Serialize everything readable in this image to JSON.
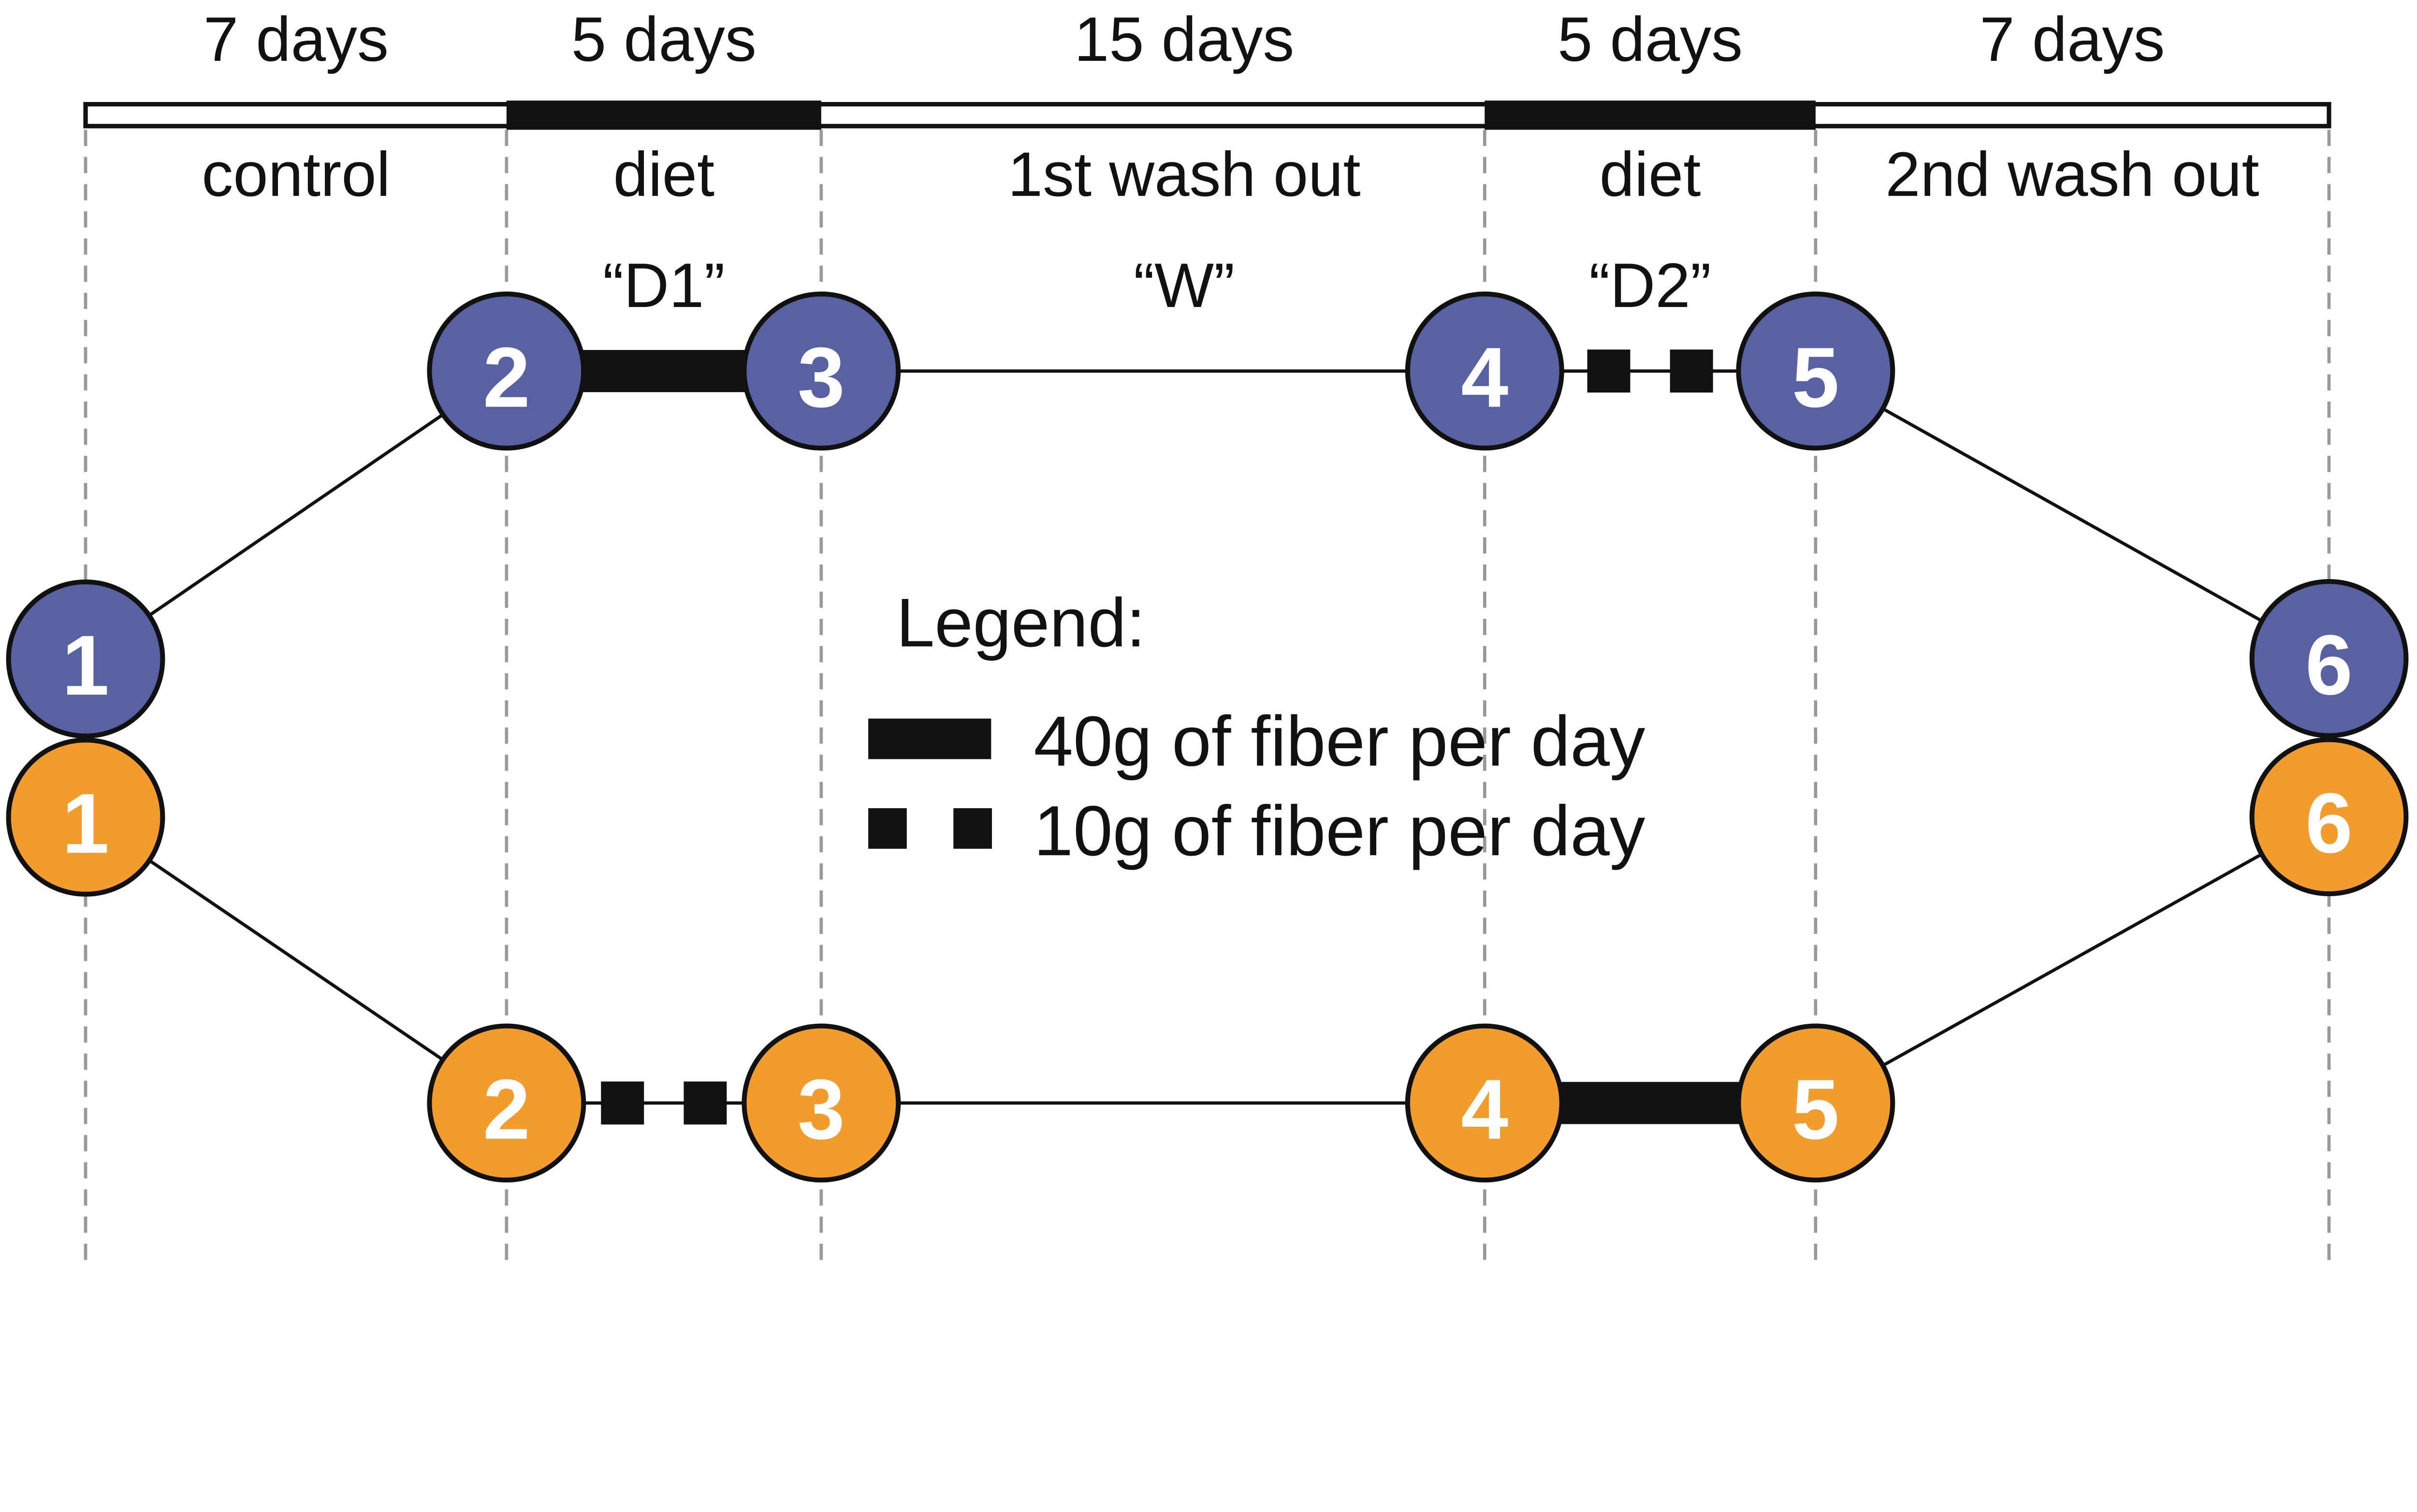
{
  "diagram": {
    "durations": [
      "7 days",
      "5 days",
      "15 days",
      "5 days",
      "7 days"
    ],
    "phases": [
      "control",
      "diet",
      "1st wash out",
      "diet",
      "2nd wash out"
    ],
    "phase_codes": [
      {
        "segment": 1,
        "label": "“D1”"
      },
      {
        "segment": 2,
        "label": "“W”"
      },
      {
        "segment": 3,
        "label": "“D2”"
      }
    ],
    "timeline": {
      "diet_segment_indices": [
        1,
        3
      ]
    },
    "arms": {
      "blue": {
        "color": "#5862A3",
        "node_labels": [
          "1",
          "2",
          "3",
          "4",
          "5",
          "6"
        ],
        "connectors": [
          {
            "from": 0,
            "to": 1,
            "type": "plain"
          },
          {
            "from": 1,
            "to": 2,
            "type": "fiber-40g"
          },
          {
            "from": 2,
            "to": 3,
            "type": "plain"
          },
          {
            "from": 3,
            "to": 4,
            "type": "fiber-10g"
          },
          {
            "from": 4,
            "to": 5,
            "type": "plain"
          }
        ]
      },
      "orange": {
        "color": "#F19C2C",
        "node_labels": [
          "1",
          "2",
          "3",
          "4",
          "5",
          "6"
        ],
        "connectors": [
          {
            "from": 0,
            "to": 1,
            "type": "plain"
          },
          {
            "from": 1,
            "to": 2,
            "type": "fiber-10g"
          },
          {
            "from": 2,
            "to": 3,
            "type": "plain"
          },
          {
            "from": 3,
            "to": 4,
            "type": "fiber-40g"
          },
          {
            "from": 4,
            "to": 5,
            "type": "plain"
          }
        ]
      }
    },
    "legend": {
      "title": "Legend:",
      "items": [
        {
          "marker": "fiber-40g",
          "label": "40g of fiber per day"
        },
        {
          "marker": "fiber-10g",
          "label": "10g of fiber per day"
        }
      ]
    },
    "colors": {
      "ink": "#111111",
      "grid": "#999999",
      "white": "#ffffff",
      "number_text": "#ffffff"
    }
  }
}
